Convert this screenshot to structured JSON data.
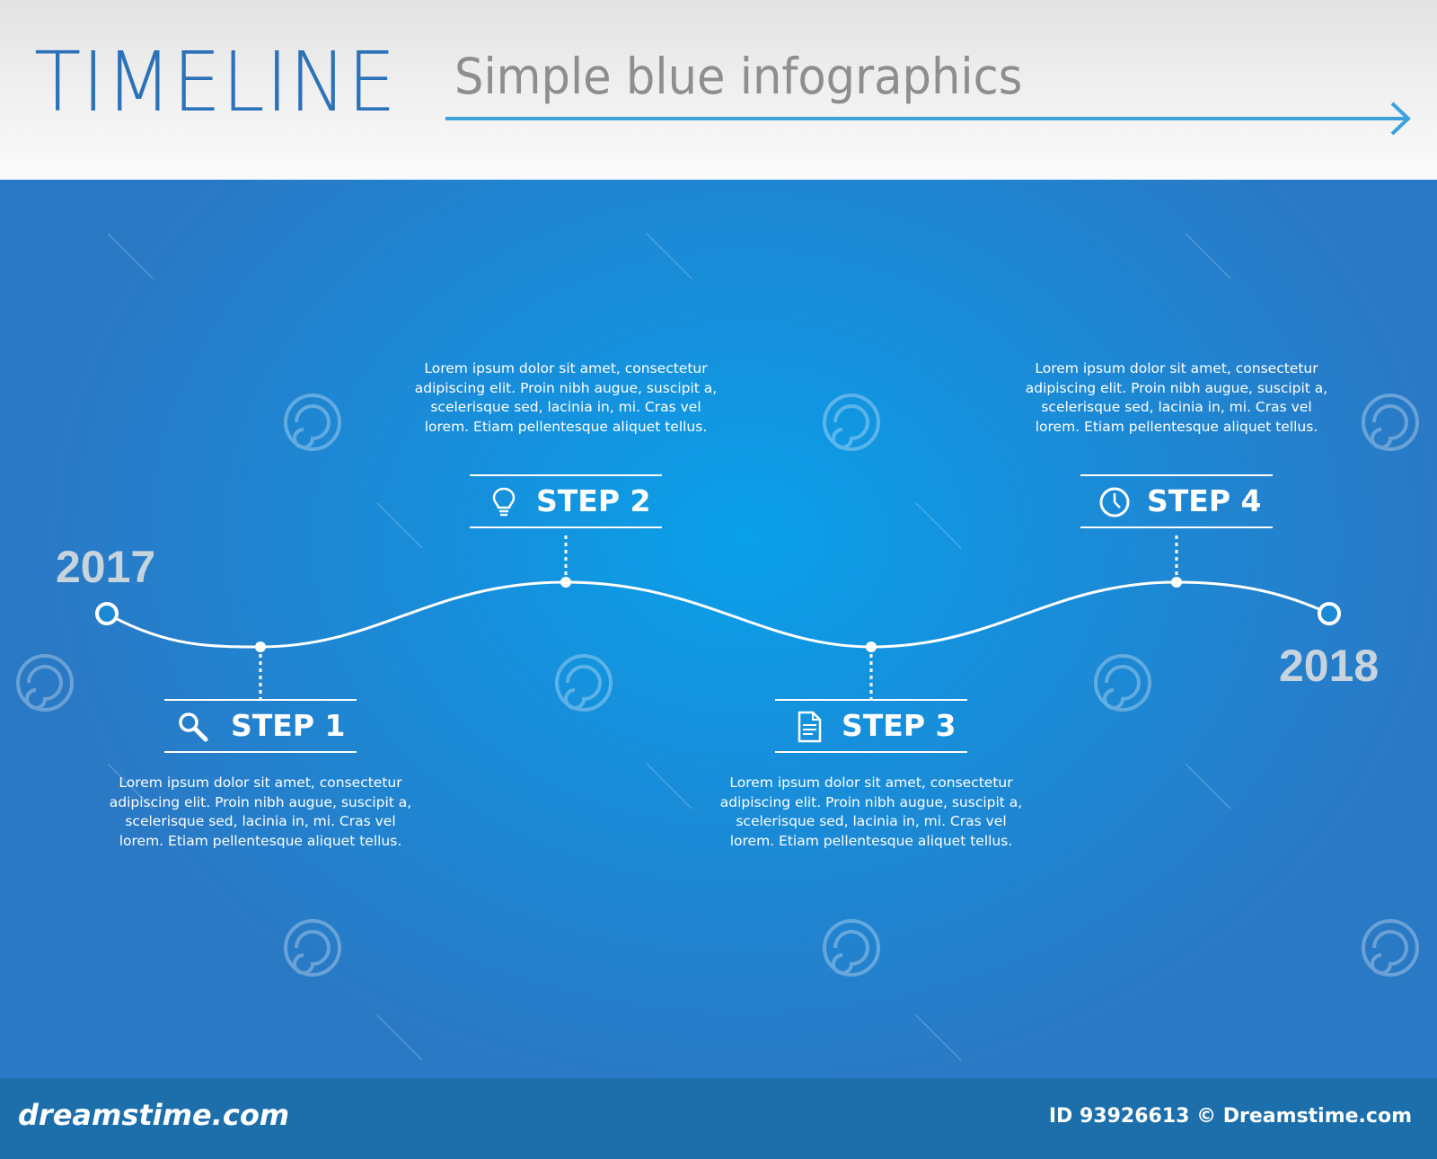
{
  "header": {
    "title": "TIMELINE",
    "subtitle": "Simple blue infographics"
  },
  "timeline": {
    "start_year": "2017",
    "end_year": "2018",
    "steps": [
      {
        "label": "STEP 1",
        "icon": "search-icon",
        "text": "Lorem ipsum dolor sit amet, consectetur adipiscing elit. Proin nibh augue, suscipit a, scelerisque sed, lacinia in, mi. Cras vel lorem. Etiam pellentesque aliquet tellus."
      },
      {
        "label": "STEP 2",
        "icon": "lightbulb-icon",
        "text": "Lorem ipsum dolor sit amet, consectetur adipiscing elit. Proin nibh augue, suscipit a, scelerisque sed, lacinia in, mi. Cras vel lorem. Etiam pellentesque aliquet tellus."
      },
      {
        "label": "STEP 3",
        "icon": "document-icon",
        "text": "Lorem ipsum dolor sit amet, consectetur adipiscing elit. Proin nibh augue, suscipit a, scelerisque sed, lacinia in, mi. Cras vel lorem. Etiam pellentesque aliquet tellus."
      },
      {
        "label": "STEP 4",
        "icon": "clock-icon",
        "text": "Lorem ipsum dolor sit amet, consectetur adipiscing elit. Proin nibh augue, suscipit a, scelerisque sed, lacinia in, mi. Cras vel lorem. Etiam pellentesque aliquet tellus."
      }
    ]
  },
  "footer": {
    "logo": "dreamstime.com",
    "id_text": "ID 93926613 © Dreamstime.com"
  },
  "colors": {
    "title": "#2c72b8",
    "subtitle": "#8e8e8e",
    "arrow": "#3ea0dc",
    "background_center": "#0aa0ea",
    "background_edge": "#2a79c5",
    "year": "#c7d3dd",
    "footer": "#1c6fab"
  }
}
